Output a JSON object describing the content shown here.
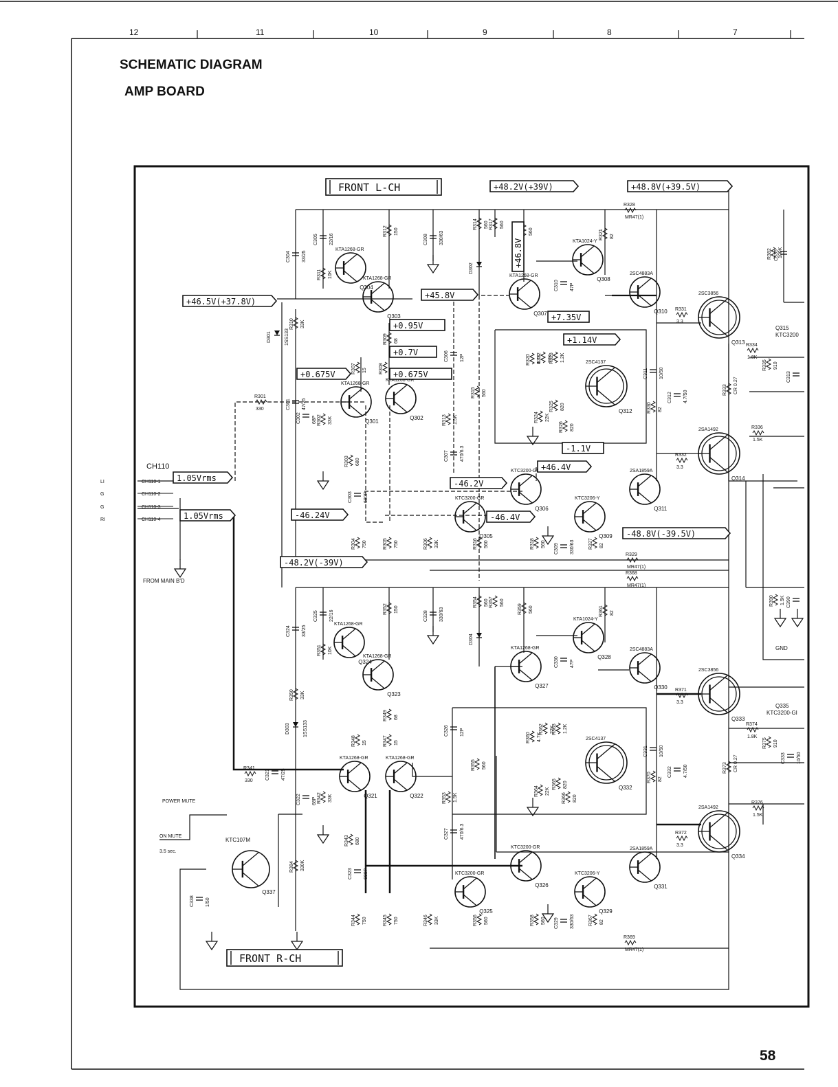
{
  "header": {
    "title": "SCHEMATIC DIAGRAM",
    "subtitle": "AMP BOARD",
    "page_number": "58"
  },
  "ruler": [
    "12",
    "11",
    "10",
    "9",
    "8",
    "7"
  ],
  "banners": {
    "left": "FRONT L-CH",
    "right": "FRONT R-CH"
  },
  "rails": {
    "r1": "+48.2V(+39V)",
    "r2": "+48.8V(+39.5V)",
    "r3": "+46.5V(+37.8V)",
    "r4": "+45.8V",
    "r5": "+0.95V",
    "r6": "+0.7V",
    "r7": "+0.675V",
    "r8": "+0.675V",
    "r9": "+7.35V",
    "r10": "+1.14V",
    "r11": "-1.1V",
    "r12": "+46.4V",
    "r13": "-46.2V",
    "r14": "-46.24V",
    "r15": "-46.4V",
    "r16": "-48.8V(-39.5V)",
    "r17": "-48.2V(-39V)",
    "r18": "+46.8V",
    "r19": "1.05Vrms",
    "r20": "1.05Vrms"
  },
  "connector": {
    "name": "CH110",
    "pins": [
      "CH110-1",
      "CH110-2",
      "CH110-3",
      "CH110-4"
    ],
    "signals": [
      "LI",
      "G",
      "G",
      "RI"
    ],
    "from": "FROM MAIN B'D"
  },
  "mute": {
    "label": "POWER MUTE",
    "on": "ON MUTE",
    "delay": "3.5 sec.",
    "q": "Q337",
    "part": "KTC107M"
  },
  "icon_names": [
    "transistor-icon",
    "ground-icon",
    "capacitor-icon",
    "resistor-icon",
    "diode-icon"
  ],
  "upper": {
    "transistors": [
      {
        "ref": "Q304",
        "part": "KTA1268-GR"
      },
      {
        "ref": "Q303",
        "part": "KTA1268-GR"
      },
      {
        "ref": "Q301",
        "part": "KTA1268-GR"
      },
      {
        "ref": "Q302",
        "part": "KTA1268-GR"
      },
      {
        "ref": "Q307",
        "part": "KTA1268-GR"
      },
      {
        "ref": "Q308",
        "part": "KTA1024-Y"
      },
      {
        "ref": "Q310",
        "part": "2SC4883A"
      },
      {
        "ref": "Q312",
        "part": "2SC4137"
      },
      {
        "ref": "Q306",
        "part": "KTC3200-GR"
      },
      {
        "ref": "Q305",
        "part": "KTC3200-GR"
      },
      {
        "ref": "Q309",
        "part": "KTC3206-Y"
      },
      {
        "ref": "Q311",
        "part": "2SA1859A"
      },
      {
        "ref": "Q313",
        "part": "2SC3856"
      },
      {
        "ref": "Q314",
        "part": "2SA1492"
      },
      {
        "ref": "Q315",
        "part": "KTC3200"
      }
    ],
    "resistors": [
      {
        "ref": "R312",
        "val": "150"
      },
      {
        "ref": "R314",
        "val": "560"
      },
      {
        "ref": "R317",
        "val": "560"
      },
      {
        "ref": "R319",
        "val": "560"
      },
      {
        "ref": "R321",
        "val": "82"
      },
      {
        "ref": "R311",
        "val": "10K"
      },
      {
        "ref": "R310",
        "val": "33K"
      },
      {
        "ref": "R309",
        "val": "68"
      },
      {
        "ref": "R308",
        "val": "15"
      },
      {
        "ref": "R307",
        "val": "15"
      },
      {
        "ref": "R315",
        "val": "560"
      },
      {
        "ref": "R301",
        "val": "330"
      },
      {
        "ref": "R302",
        "val": "33K"
      },
      {
        "ref": "R303",
        "val": "680"
      },
      {
        "ref": "R313",
        "val": "1.5K"
      },
      {
        "ref": "R320",
        "val": "4.7K"
      },
      {
        "ref": "R322",
        "val": "22K"
      },
      {
        "ref": "R323",
        "val": "1.2K"
      },
      {
        "ref": "R324",
        "val": "22K"
      },
      {
        "ref": "R325",
        "val": "820"
      },
      {
        "ref": "R326",
        "val": "820"
      },
      {
        "ref": "R330",
        "val": "82"
      },
      {
        "ref": "R331",
        "val": "3.3"
      },
      {
        "ref": "R332",
        "val": "3.3"
      },
      {
        "ref": "R333",
        "val": "CR 0.27"
      },
      {
        "ref": "R334",
        "val": "1.8K"
      },
      {
        "ref": "R335",
        "val": "910"
      },
      {
        "ref": "R336",
        "val": "1.5K"
      },
      {
        "ref": "R328",
        "val": "MR47(1)"
      },
      {
        "ref": "R329",
        "val": "MR47(1)"
      },
      {
        "ref": "R368",
        "val": "MR47(1)"
      },
      {
        "ref": "R304",
        "val": "750"
      },
      {
        "ref": "R305",
        "val": "750"
      },
      {
        "ref": "R306",
        "val": "33K"
      },
      {
        "ref": "R316",
        "val": "560"
      },
      {
        "ref": "R318",
        "val": "560"
      },
      {
        "ref": "R327",
        "val": "82"
      },
      {
        "ref": "R382",
        "val": "100K"
      },
      {
        "ref": "R390",
        "val": "1.5K"
      }
    ],
    "capacitors": [
      {
        "ref": "C305",
        "val": "22/16"
      },
      {
        "ref": "C304",
        "val": "33/25"
      },
      {
        "ref": "C308",
        "val": "330/63"
      },
      {
        "ref": "C310",
        "val": "47P"
      },
      {
        "ref": "C306",
        "val": "12P"
      },
      {
        "ref": "C301",
        "val": "47/25"
      },
      {
        "ref": "C302",
        "val": "68P"
      },
      {
        "ref": "C303",
        "val": "680P"
      },
      {
        "ref": "C307",
        "val": "470/6.3"
      },
      {
        "ref": "C311",
        "val": "10/50"
      },
      {
        "ref": "C312",
        "val": "4.7/50"
      },
      {
        "ref": "C313",
        "val": ""
      },
      {
        "ref": "C309",
        "val": "330/63"
      },
      {
        "ref": "C335",
        "val": ""
      },
      {
        "ref": "C390",
        "val": ""
      }
    ],
    "diodes": [
      {
        "ref": "D301",
        "part": "1SS133"
      },
      {
        "ref": "D302",
        "part": ""
      }
    ],
    "gnd_label": "GND"
  },
  "lower": {
    "transistors": [
      {
        "ref": "Q324",
        "part": "KTA1268-GR"
      },
      {
        "ref": "Q323",
        "part": "KTA1268-GR"
      },
      {
        "ref": "Q321",
        "part": "KTA1268-GR"
      },
      {
        "ref": "Q322",
        "part": "KTA1268-GR"
      },
      {
        "ref": "Q327",
        "part": "KTA1268-GR"
      },
      {
        "ref": "Q328",
        "part": "KTA1024-Y"
      },
      {
        "ref": "Q330",
        "part": "2SC4883A"
      },
      {
        "ref": "Q332",
        "part": "2SC4137"
      },
      {
        "ref": "Q326",
        "part": "KTC3200-GR"
      },
      {
        "ref": "Q325",
        "part": "KTC3200-GR"
      },
      {
        "ref": "Q329",
        "part": "KTC3206-Y"
      },
      {
        "ref": "Q331",
        "part": "2SA1859A"
      },
      {
        "ref": "Q333",
        "part": "2SC3856"
      },
      {
        "ref": "Q334",
        "part": "2SA1492"
      },
      {
        "ref": "Q335",
        "part": "KTC3200-GI"
      }
    ],
    "resistors": [
      {
        "ref": "R352",
        "val": "150"
      },
      {
        "ref": "R354",
        "val": "560"
      },
      {
        "ref": "R357",
        "val": "560"
      },
      {
        "ref": "R359",
        "val": "560"
      },
      {
        "ref": "R361",
        "val": "82"
      },
      {
        "ref": "R351",
        "val": "10K"
      },
      {
        "ref": "R350",
        "val": "33K"
      },
      {
        "ref": "R349",
        "val": "68"
      },
      {
        "ref": "R347",
        "val": "15"
      },
      {
        "ref": "R348",
        "val": "15"
      },
      {
        "ref": "R355",
        "val": "560"
      },
      {
        "ref": "R341",
        "val": "330"
      },
      {
        "ref": "R342",
        "val": "33K"
      },
      {
        "ref": "R343",
        "val": "680"
      },
      {
        "ref": "R353",
        "val": "1.5K"
      },
      {
        "ref": "R360",
        "val": "4.7K"
      },
      {
        "ref": "R362",
        "val": "22K"
      },
      {
        "ref": "R363",
        "val": "1.2K"
      },
      {
        "ref": "R364",
        "val": "22K"
      },
      {
        "ref": "R365",
        "val": "820"
      },
      {
        "ref": "R366",
        "val": "820"
      },
      {
        "ref": "R370",
        "val": "82"
      },
      {
        "ref": "R371",
        "val": "3.3"
      },
      {
        "ref": "R372",
        "val": "3.3"
      },
      {
        "ref": "R373",
        "val": "CR 0.27"
      },
      {
        "ref": "R374",
        "val": "1.8K"
      },
      {
        "ref": "R375",
        "val": "910"
      },
      {
        "ref": "R376",
        "val": "1.5K"
      },
      {
        "ref": "R369",
        "val": "MR47(1)"
      },
      {
        "ref": "R344",
        "val": "750"
      },
      {
        "ref": "R345",
        "val": "750"
      },
      {
        "ref": "R346",
        "val": "33K"
      },
      {
        "ref": "R356",
        "val": "560"
      },
      {
        "ref": "R358",
        "val": "560"
      },
      {
        "ref": "R367",
        "val": "82"
      },
      {
        "ref": "R384",
        "val": "330K"
      }
    ],
    "capacitors": [
      {
        "ref": "C325",
        "val": "22/16"
      },
      {
        "ref": "C324",
        "val": "33/25"
      },
      {
        "ref": "C328",
        "val": "330/63"
      },
      {
        "ref": "C330",
        "val": "47P"
      },
      {
        "ref": "C326",
        "val": "12P"
      },
      {
        "ref": "C321",
        "val": "47/25"
      },
      {
        "ref": "C322",
        "val": "68P"
      },
      {
        "ref": "C323",
        "val": "680P"
      },
      {
        "ref": "C327",
        "val": "470/6.3"
      },
      {
        "ref": "C331",
        "val": "10/50"
      },
      {
        "ref": "C332",
        "val": "4.7/50"
      },
      {
        "ref": "C333",
        "val": "10/50"
      },
      {
        "ref": "C329",
        "val": "330/63"
      },
      {
        "ref": "C338",
        "val": "1/50"
      }
    ],
    "diodes": [
      {
        "ref": "D303",
        "part": "1SS133"
      },
      {
        "ref": "D304",
        "part": ""
      }
    ]
  }
}
